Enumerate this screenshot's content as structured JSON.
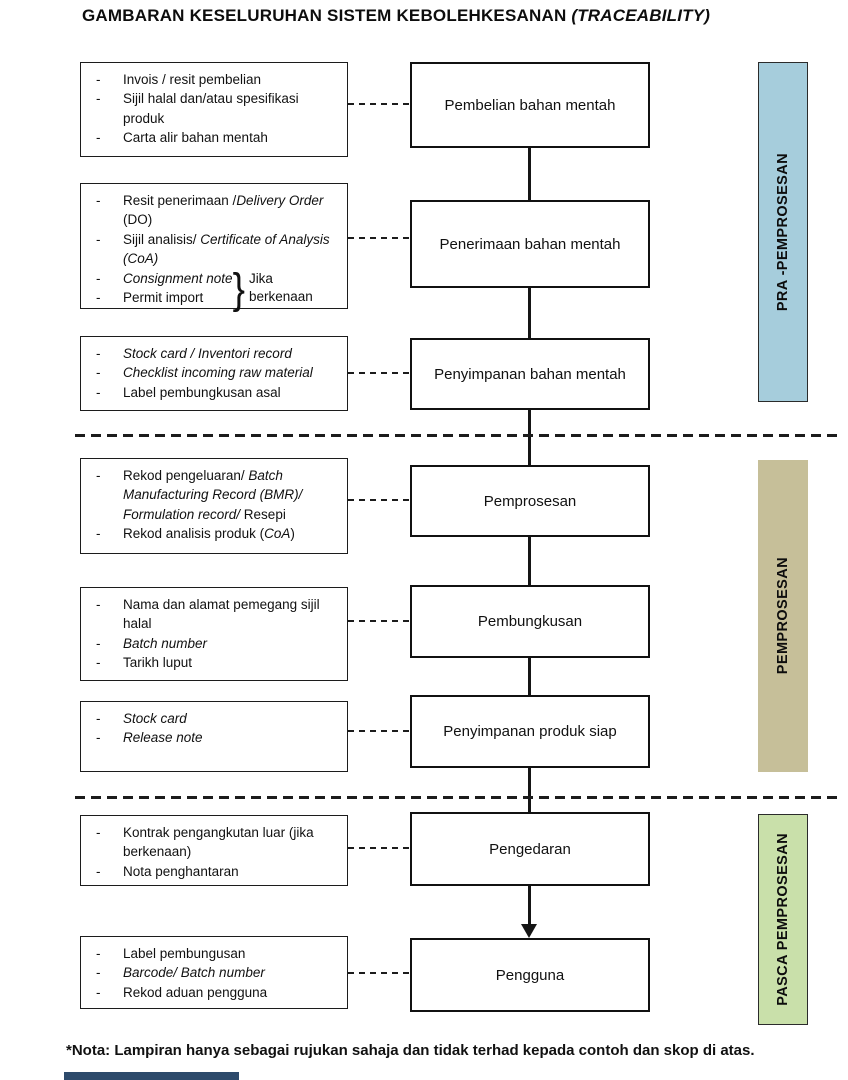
{
  "title": {
    "text": "GAMBARAN KESELURUHAN SISTEM KEBOLEHKESANAN ",
    "emphasis": "(TRACEABILITY)"
  },
  "phases": [
    {
      "label": "PRA -PEMPROSESAN",
      "color": "#a6cddc"
    },
    {
      "label": "PEMPROSESAN",
      "color": "#c6bf99"
    },
    {
      "label": "PASCA PEMPROSESAN",
      "color": "#c9e0aa"
    }
  ],
  "process_boxes": [
    "Pembelian bahan mentah",
    "Penerimaan bahan mentah",
    "Penyimpanan bahan mentah",
    "Pemprosesan",
    "Pembungkusan",
    "Penyimpanan produk siap",
    "Pengedaran",
    "Pengguna"
  ],
  "doc_boxes": [
    {
      "items": [
        [
          {
            "text": "Invois / resit pembelian",
            "italic": false
          }
        ],
        [
          {
            "text": "Sijil halal dan/atau spesifikasi produk",
            "italic": false
          }
        ],
        [
          {
            "text": "Carta alir bahan mentah",
            "italic": false
          }
        ]
      ]
    },
    {
      "items": [
        [
          {
            "text": "Resit penerimaan /",
            "italic": false
          },
          {
            "text": "Delivery Order",
            "italic": true
          },
          {
            "text": " (DO)",
            "italic": false
          }
        ],
        [
          {
            "text": "Sijil analisis/ ",
            "italic": false
          },
          {
            "text": "Certificate of Analysis (CoA)",
            "italic": true
          }
        ]
      ],
      "group": {
        "items": [
          [
            {
              "text": "Consignment note",
              "italic": true
            }
          ],
          [
            {
              "text": "Permit import",
              "italic": false
            }
          ]
        ],
        "label": "Jika berkenaan"
      }
    },
    {
      "items": [
        [
          {
            "text": "Stock card / Inventori record",
            "italic": true
          }
        ],
        [
          {
            "text": "Checklist incoming raw material",
            "italic": true
          }
        ],
        [
          {
            "text": "Label pembungkusan asal",
            "italic": false
          }
        ]
      ]
    },
    {
      "items": [
        [
          {
            "text": "Rekod pengeluaran/ ",
            "italic": false
          },
          {
            "text": "Batch Manufacturing Record (BMR)/ Formulation record/",
            "italic": true
          },
          {
            "text": "  Resepi",
            "italic": false
          }
        ],
        [
          {
            "text": "Rekod analisis produk (",
            "italic": false
          },
          {
            "text": "CoA",
            "italic": true
          },
          {
            "text": ")",
            "italic": false
          }
        ]
      ]
    },
    {
      "items": [
        [
          {
            "text": "Nama dan alamat pemegang sijil halal",
            "italic": false
          }
        ],
        [
          {
            "text": "Batch number",
            "italic": true
          }
        ],
        [
          {
            "text": "Tarikh luput",
            "italic": false
          }
        ]
      ]
    },
    {
      "items": [
        [
          {
            "text": "Stock card",
            "italic": true
          }
        ],
        [
          {
            "text": "Release note",
            "italic": true
          }
        ]
      ]
    },
    {
      "items": [
        [
          {
            "text": "Kontrak pengangkutan luar (jika berkenaan)",
            "italic": false
          }
        ],
        [
          {
            "text": "Nota penghantaran",
            "italic": false
          }
        ]
      ]
    },
    {
      "items": [
        [
          {
            "text": "Label pembungusan",
            "italic": false
          }
        ],
        [
          {
            "text": "Barcode/ Batch number",
            "italic": true
          }
        ],
        [
          {
            "text": "Rekod aduan pengguna",
            "italic": false
          }
        ]
      ]
    }
  ],
  "footer_note": "*Nota: Lampiran hanya sebagai rujukan sahaja dan tidak terhad kepada contoh dan skop di atas.",
  "colors": {
    "page_edge_bar": "#2d4a6b"
  }
}
